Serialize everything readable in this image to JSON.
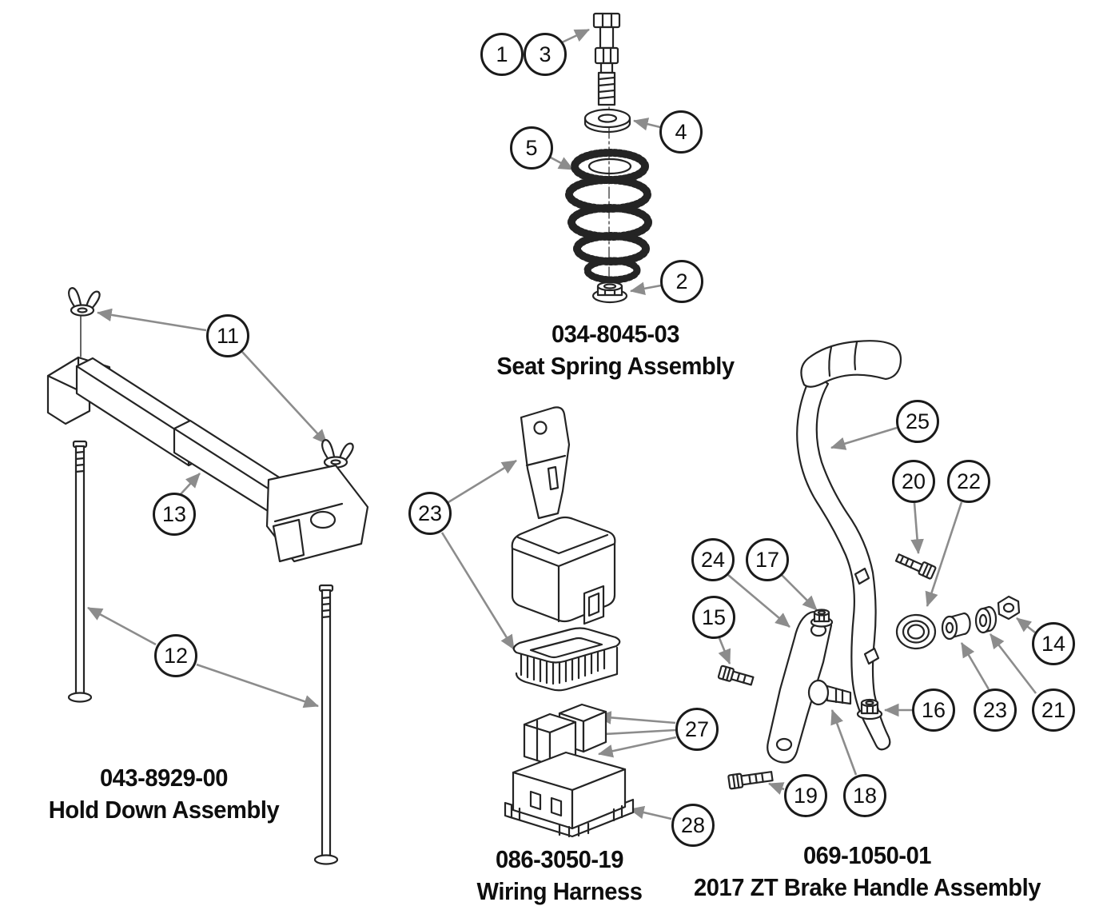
{
  "page": {
    "background": "#ffffff",
    "line_color": "#242424",
    "leader_color": "#8c8c8c",
    "callout_border_color": "#1a1a1a"
  },
  "assemblies": [
    {
      "part_number": "034-8045-03",
      "name": "Seat Spring Assembly",
      "callouts": [
        "1",
        "3",
        "4",
        "5",
        "2"
      ]
    },
    {
      "part_number": "043-8929-00",
      "name": "Hold Down Assembly",
      "callouts": [
        "11",
        "13",
        "12"
      ]
    },
    {
      "part_number": "086-3050-19",
      "name": "Wiring Harness",
      "callouts": [
        "23",
        "27",
        "28"
      ]
    },
    {
      "part_number": "069-1050-01",
      "name": "2017 ZT Brake Handle Assembly",
      "callouts": [
        "25",
        "20",
        "22",
        "24",
        "17",
        "15",
        "14",
        "16",
        "23",
        "21",
        "19",
        "18"
      ]
    }
  ]
}
